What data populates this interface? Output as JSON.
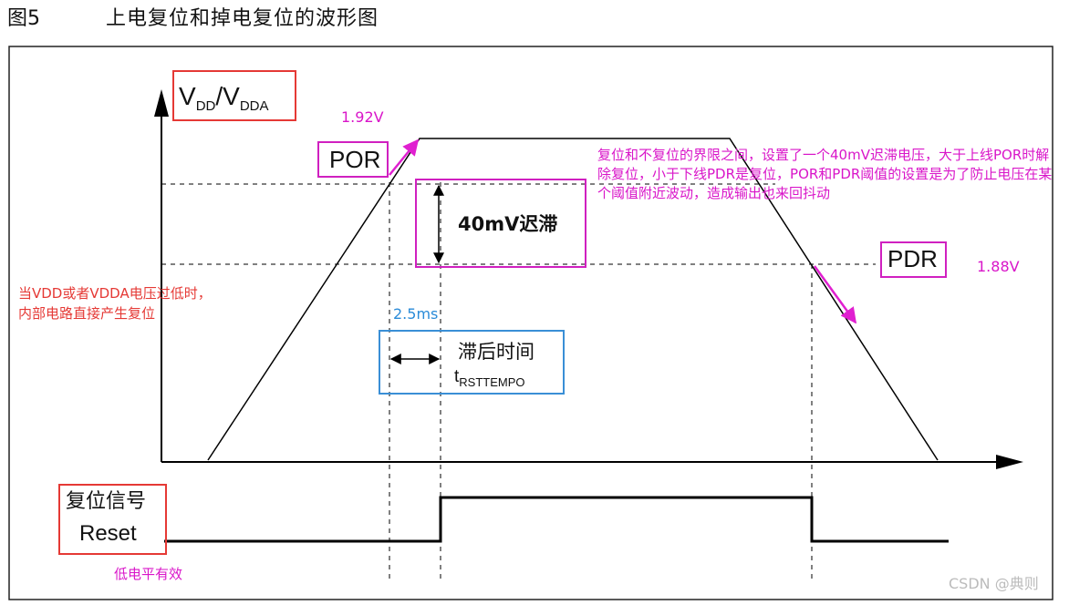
{
  "figure": {
    "label": "图5",
    "title": "上电复位和掉电复位的波形图"
  },
  "axis": {
    "y_main": "V",
    "y_sub1": "DD",
    "y_sep": "/V",
    "y_sub2": "DDA"
  },
  "thresholds": {
    "por_label": "POR",
    "pdr_label": "PDR",
    "por_voltage": "1.92V",
    "pdr_voltage": "1.88V",
    "hysteresis_label": "40mV迟滞"
  },
  "hysteresis_note": "复位和不复位的界限之间，设置了一个40mV迟滞电压，大于上线POR时解除复位，小于下线PDR是复位，POR和PDR阈值的设置是为了防止电压在某个阈值附近波动，造成输出也来回抖动",
  "low_voltage_note": {
    "line1": "当VDD或者VDDA电压过低时，",
    "line2": "内部电路直接产生复位"
  },
  "delay": {
    "duration": "2.5ms",
    "label": "滞后时间",
    "symbol_main": "t",
    "symbol_sub": "RSTTEMPO"
  },
  "reset_signal": {
    "line1": "复位信号",
    "line2": "Reset",
    "active_low_note": "低电平有效"
  },
  "watermark": "CSDN @典则",
  "colors": {
    "red": "#e53935",
    "magenta": "#d020c0",
    "blue": "#3a8fd6",
    "line": "#000000"
  }
}
